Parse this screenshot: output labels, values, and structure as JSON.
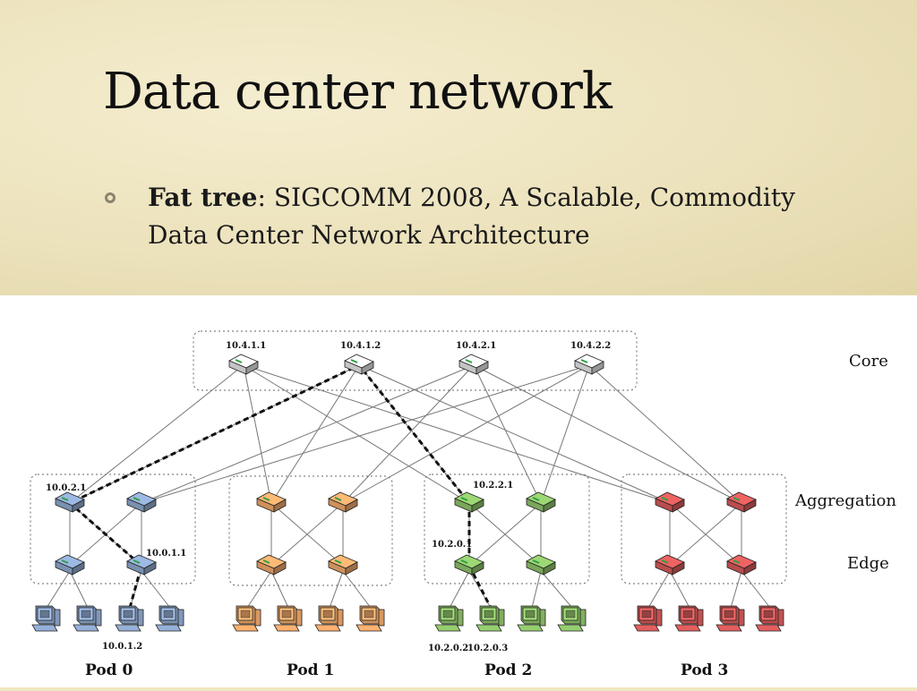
{
  "slide": {
    "title": "Data center network",
    "bullet_bold": "Fat tree",
    "bullet_rest": ": SIGCOMM 2008, A Scalable, Commodity Data Center Network Architecture"
  },
  "diagram": {
    "tiers": [
      "Core",
      "Aggregation",
      "Edge"
    ],
    "core_switches": [
      "10.4.1.1",
      "10.4.1.2",
      "10.4.2.1",
      "10.4.2.2"
    ],
    "pods": [
      {
        "label": "Pod 0",
        "color": "#8fa9cf"
      },
      {
        "label": "Pod 1",
        "color": "#f2a96b"
      },
      {
        "label": "Pod 2",
        "color": "#8fc46a"
      },
      {
        "label": "Pod 3",
        "color": "#d95a5a"
      }
    ],
    "core_color": "#e6e6e6",
    "ip_labels": {
      "pod0_aggregation": "10.0.2.1",
      "pod0_edge": "10.0.1.1",
      "pod0_host": "10.0.1.2",
      "pod2_aggregation": "10.2.2.1",
      "pod2_edge": "10.2.0.1",
      "pod2_host_a": "10.2.0.2",
      "pod2_host_b": "10.2.0.3"
    }
  }
}
